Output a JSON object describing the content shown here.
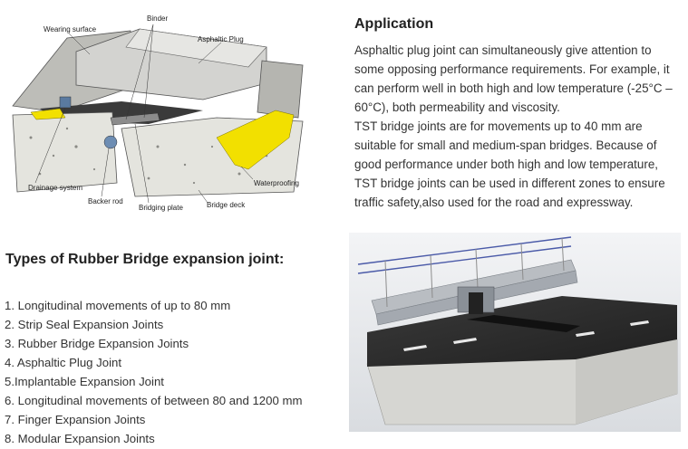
{
  "diagram": {
    "labels": {
      "wearing_surface": "Wearing surface",
      "binder": "Binder",
      "asphaltic_plug": "Asphaltic Plug",
      "drainage_system": "Drainage system",
      "backer_rod": "Backer rod",
      "bridging_plate": "Bridging plate",
      "bridge_deck": "Bridge deck",
      "waterproofing": "Waterproofing"
    }
  },
  "application": {
    "title": "Application",
    "paragraph1": "Asphaltic plug joint can simultaneously give attention to some opposing performance requirements. For example, it can perform well in both high and low temperature (-25°C – 60°C), both permeability and viscosity.",
    "paragraph2": "TST bridge joints are for movements up to 40 mm are suitable for small and medium-span bridges. Because of good performance under both high and low temperature, TST bridge joints can be used in different zones to ensure traffic safety,also used for the road and expressway."
  },
  "types": {
    "title": "Types of Rubber Bridge expansion joint:",
    "items": [
      "1. Longitudinal movements of up to 80 mm",
      "2. Strip Seal Expansion Joints",
      "3. Rubber Bridge Expansion Joints",
      "4. Asphaltic Plug Joint",
      "5.Implantable Expansion Joint",
      "6. Longitudinal movements of between 80 and 1200 mm",
      "7. Finger Expansion Joints",
      "8. Modular Expansion Joints"
    ]
  },
  "colors": {
    "waterproofing": "#f2e000",
    "concrete": "#dcdcd6",
    "asphalt": "#2b2b2b"
  }
}
